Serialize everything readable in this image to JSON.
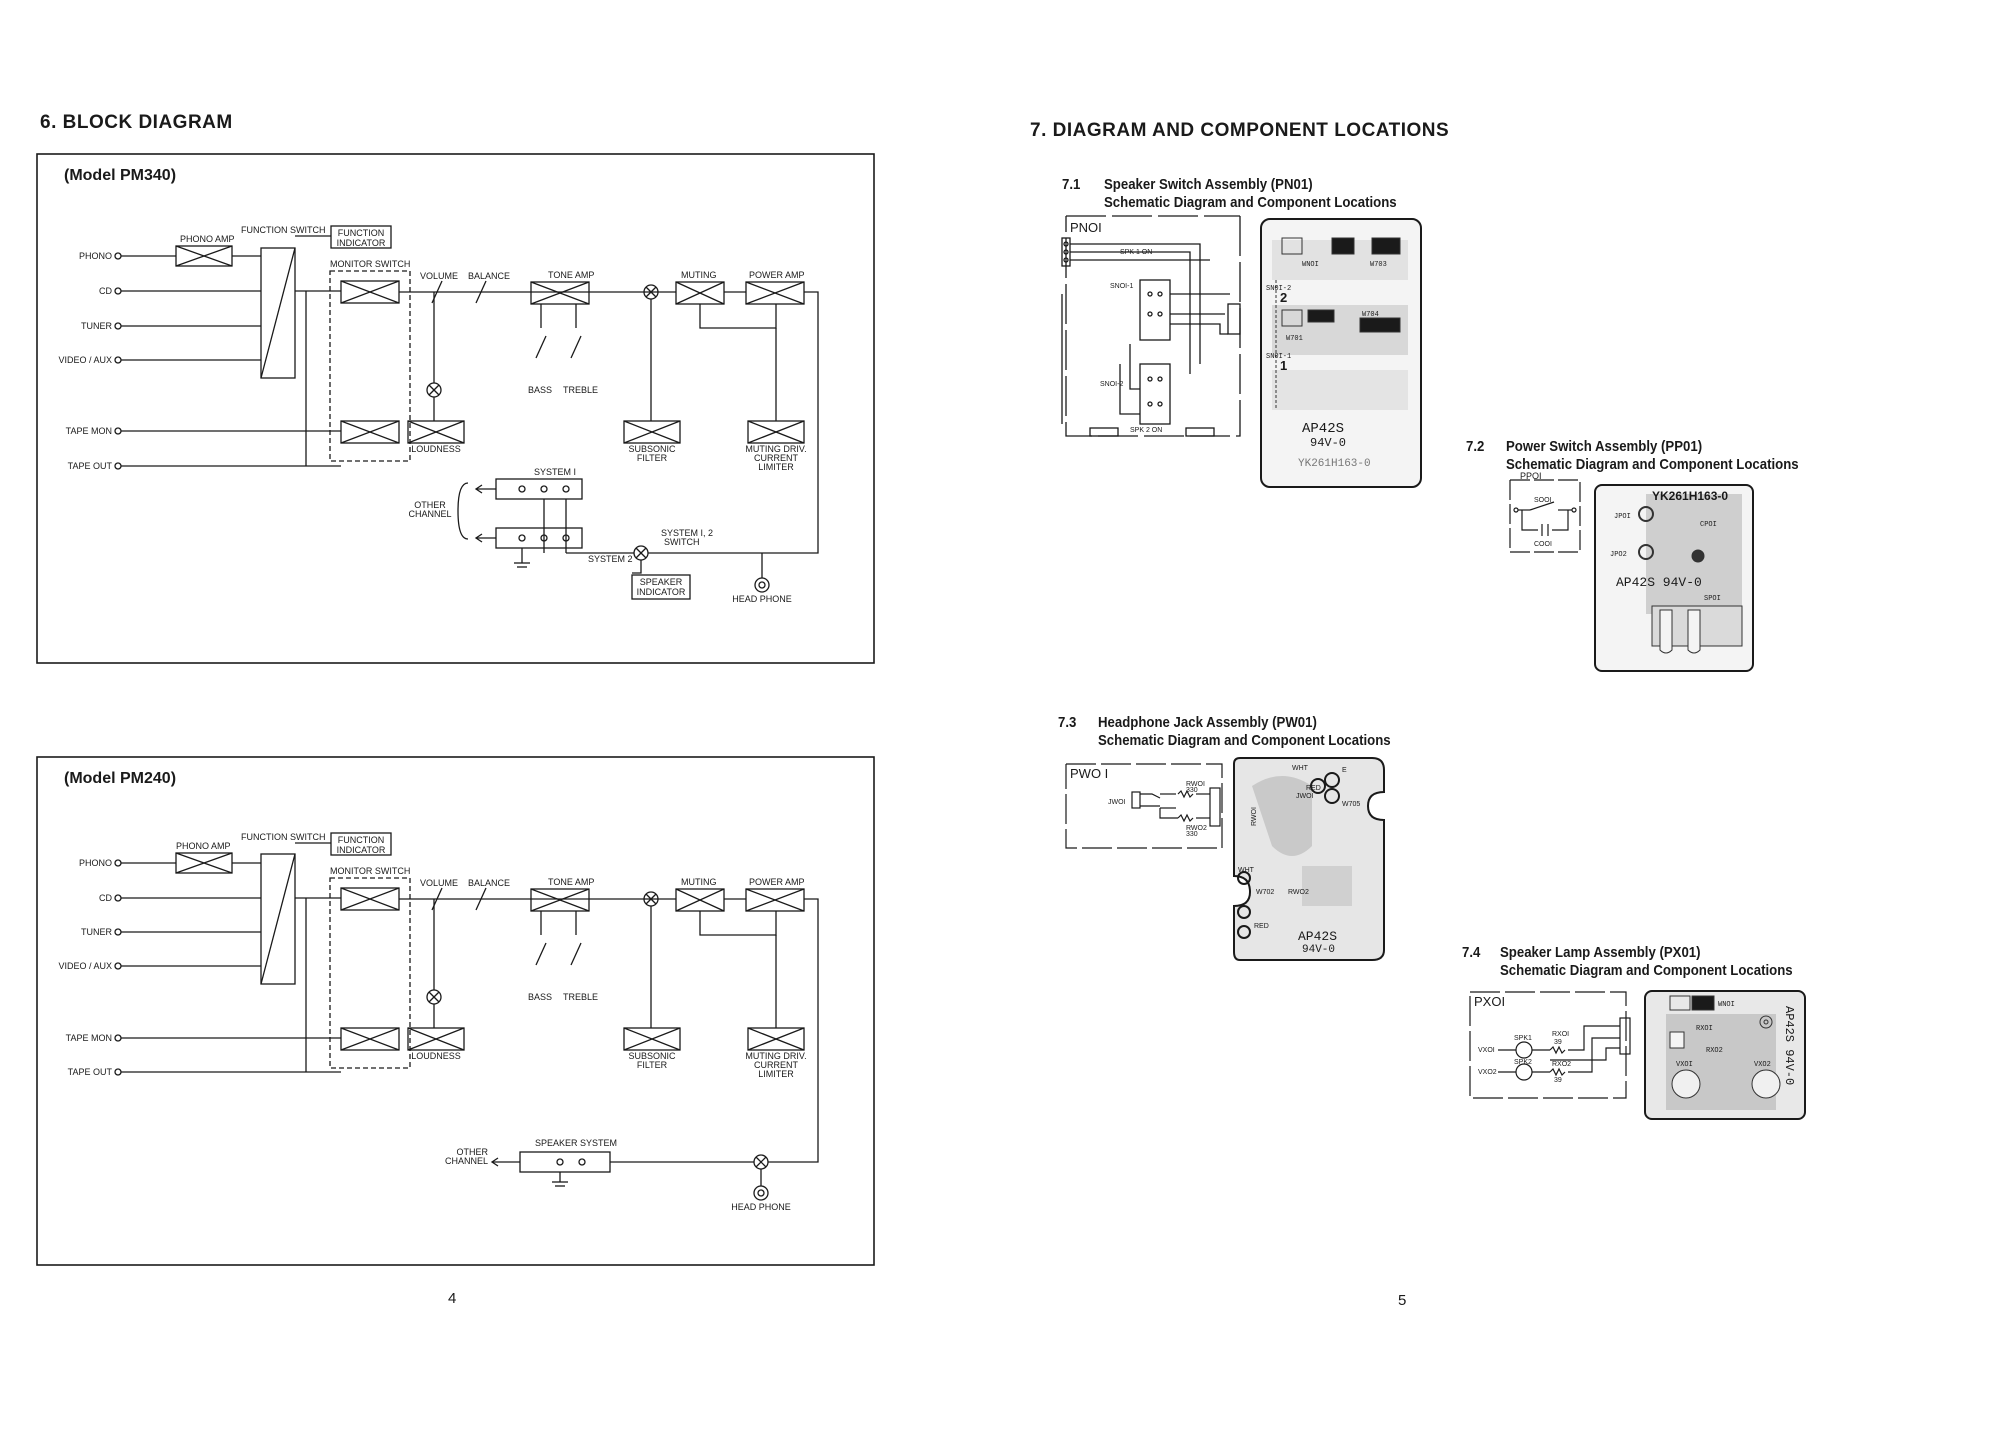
{
  "left_page": {
    "heading": "6.  BLOCK DIAGRAM",
    "page_number": "4",
    "pm340": {
      "title": "(Model PM340)",
      "inputs": [
        "PHONO",
        "CD",
        "TUNER",
        "VIDEO / AUX",
        "TAPE  MON",
        "TAPE  OUT"
      ],
      "blocks": [
        "PHONO  AMP",
        "FUNCTION  SWITCH",
        "FUNCTION",
        "INDICATOR",
        "MONITOR  SWITCH",
        "VOLUME",
        "BALANCE",
        "TONE  AMP",
        "MUTING",
        "POWER  AMP",
        "BASS",
        "TREBLE",
        "LOUDNESS",
        "SUBSONIC",
        "FILTER",
        "MUTING  DRIV.",
        "CURRENT",
        "LIMITER",
        "SYSTEM  I",
        "OTHER",
        "CHANNEL",
        "SYSTEM  I, 2",
        "SWITCH",
        "SYSTEM  2",
        "SPEAKER",
        "INDICATOR",
        "HEAD  PHONE"
      ]
    },
    "pm240": {
      "title": "(Model PM240)",
      "inputs": [
        "PHONO",
        "CD",
        "TUNER",
        "VIDEO / AUX",
        "TAPE  MON",
        "TAPE  OUT"
      ],
      "blocks": [
        "PHONO  AMP",
        "FUNCTION  SWITCH",
        "FUNCTION",
        "INDICATOR",
        "MONITOR  SWITCH",
        "VOLUME",
        "BALANCE",
        "TONE  AMP",
        "MUTING",
        "POWER  AMP",
        "BASS",
        "TREBLE",
        "LOUDNESS",
        "SUBSONIC",
        "FILTER",
        "MUTING  DRIV.",
        "CURRENT",
        "LIMITER",
        "SPEAKER  SYSTEM",
        "OTHER",
        "CHANNEL",
        "HEAD  PHONE"
      ]
    }
  },
  "right_page": {
    "heading": "7.  DIAGRAM  AND  COMPONENT  LOCATIONS",
    "page_number": "5",
    "s71": {
      "num": "7.1",
      "title": "Speaker Switch Assembly (PN01)",
      "subtitle": "Schematic Diagram and Component Locations",
      "schematic_label": "PNOI",
      "parts": [
        "SPK 1  ON",
        "SNOI-1",
        "SNOI-2",
        "SPK 2  ON"
      ],
      "pcb": [
        "WNOI",
        "W703",
        "W704",
        "W701",
        "AP42S",
        "94V-0",
        "YK261H163-0",
        "2",
        "1",
        "SN0I-2",
        "SN0I-1"
      ]
    },
    "s72": {
      "num": "7.2",
      "title": "Power Switch Assembly (PP01)",
      "subtitle": "Schematic Diagram and Component Locations",
      "schematic_label": "PPOI",
      "parts": [
        "SOOI",
        "COOI"
      ],
      "pcb": [
        "YK261H163-0",
        "JPOI",
        "JPO2",
        "CPOI",
        "AP42S  94V-0",
        "SPOI"
      ]
    },
    "s73": {
      "num": "7.3",
      "title": "Headphone Jack Assembly (PW01)",
      "subtitle": "Schematic Diagram and Component Locations",
      "schematic_label": "PWO I",
      "parts": [
        "JWOI",
        "RWOI",
        "330",
        "RWO2",
        "330"
      ],
      "pcb": [
        "WHT",
        "E",
        "RED",
        "JWOI",
        "W705",
        "WHT",
        "W702",
        "RWO2",
        "RED",
        "AP42S",
        "94V-0",
        "RWOI"
      ]
    },
    "s74": {
      "num": "7.4",
      "title": "Speaker Lamp Assembly (PX01)",
      "subtitle": "Schematic Diagram and Component Locations",
      "schematic_label": "PXOI",
      "parts": [
        "SPK1",
        "RXOI",
        "39",
        "SPK2",
        "RXO2",
        "39",
        "VXOI",
        "VXO2"
      ],
      "pcb": [
        "WNOI",
        "RXOI",
        "RXO2",
        "VXOI",
        "VXO2",
        "AP42S 94V-0"
      ]
    }
  }
}
